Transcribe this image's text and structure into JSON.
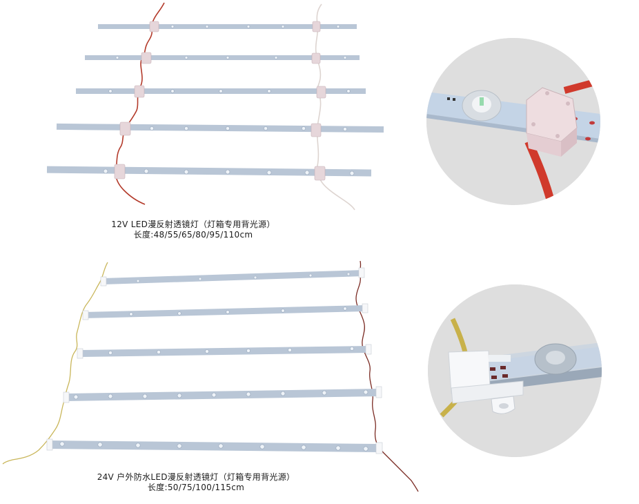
{
  "product_12v": {
    "caption_title": "12V  LED漫反射透镜灯（灯箱专用背光源）",
    "caption_lengths": "长度:48/55/65/80/95/110cm",
    "voltage": "12V",
    "lengths_cm": [
      48,
      55,
      65,
      80,
      95,
      110
    ],
    "strip_count": 5,
    "wire_colors": {
      "left": "#b33a2a",
      "right": "#e8e2de"
    },
    "connector_color": "#e8d8dc",
    "detail_image": "pink-connector-red-wire-closeup"
  },
  "product_24v": {
    "caption_title": "24V  户外防水LED漫反射透镜灯（灯箱专用背光源）",
    "caption_lengths": "长度:50/75/100/115cm",
    "voltage": "24V",
    "lengths_cm": [
      50,
      75,
      100,
      115
    ],
    "strip_count": 5,
    "wire_colors": {
      "left": "#c9b65a",
      "right": "#7a2a22"
    },
    "connector_color": "#f4f6f8",
    "detail_image": "white-end-cap-yellow-wire-closeup"
  },
  "colors": {
    "strip": "#b9c6d6",
    "strip_edge": "#9fb0c4",
    "background": "#ffffff",
    "detail_bg": "#dedede"
  }
}
